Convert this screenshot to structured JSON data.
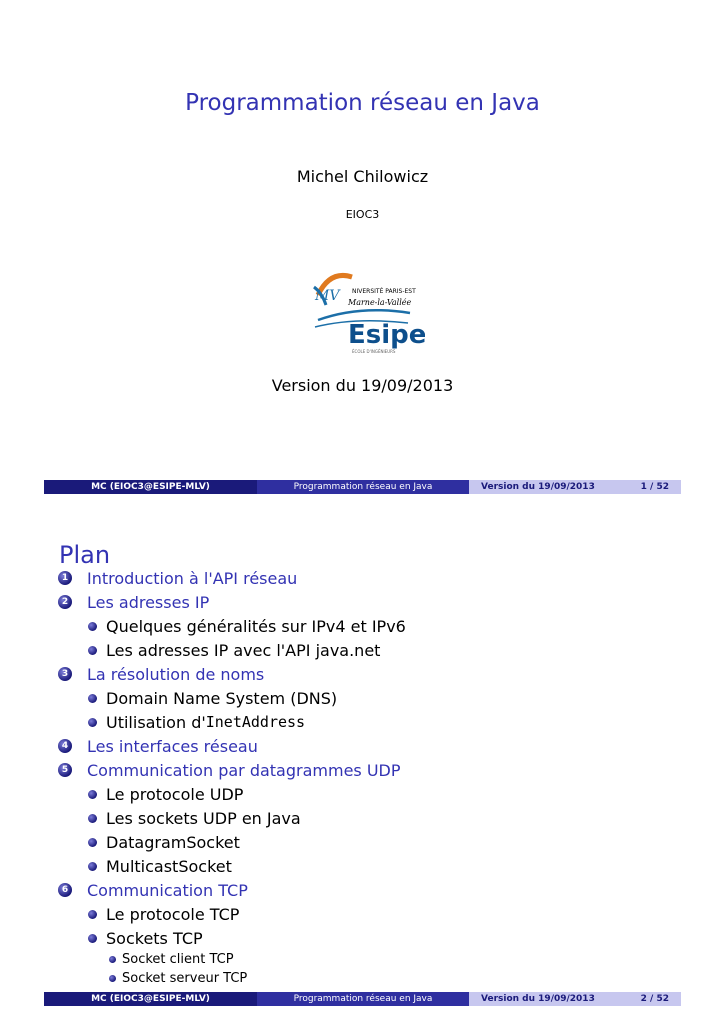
{
  "slide1": {
    "title": "Programmation réseau en Java",
    "author": "Michel Chilowicz",
    "institute": "EIOC3",
    "logo": {
      "text_top": "NIVERSITÉ PARIS-EST",
      "text_middle": "Marne-la-Vallée",
      "text_brand": "Esipe",
      "text_bottom": "ÉCOLE D'INGÉNIEURS"
    },
    "date": "Version du 19/09/2013"
  },
  "slide2": {
    "frame_title": "Plan",
    "sections": [
      {
        "num": "1",
        "label": "Introduction à l'API réseau",
        "subs": []
      },
      {
        "num": "2",
        "label": "Les adresses IP",
        "subs": [
          {
            "label": "Quelques généralités sur IPv4 et IPv6"
          },
          {
            "label": "Les adresses IP avec l'API java.net"
          }
        ]
      },
      {
        "num": "3",
        "label": "La résolution de noms",
        "subs": [
          {
            "label": "Domain Name System (DNS)"
          },
          {
            "label_pre": "Utilisation d'",
            "label_code": "InetAddress"
          }
        ]
      },
      {
        "num": "4",
        "label": "Les interfaces réseau",
        "subs": []
      },
      {
        "num": "5",
        "label": "Communication par datagrammes UDP",
        "subs": [
          {
            "label": "Le protocole UDP"
          },
          {
            "label": "Les sockets UDP en Java"
          },
          {
            "label": "DatagramSocket"
          },
          {
            "label": "MulticastSocket"
          }
        ]
      },
      {
        "num": "6",
        "label": "Communication TCP",
        "subs": [
          {
            "label": "Le protocole TCP"
          },
          {
            "label": "Sockets TCP"
          }
        ]
      }
    ],
    "subsubs": [
      "Socket client TCP",
      "Socket serveur TCP"
    ]
  },
  "footer": {
    "author": "MC  (EIOC3@ESIPE-MLV)",
    "title": "Programmation réseau en Java",
    "date": "Version du 19/09/2013",
    "page1": "1 / 52",
    "page2": "2 / 52"
  },
  "colors": {
    "accent": "#3333b3",
    "footer_dark": "#1a1a7a",
    "footer_mid": "#2f2fa0",
    "footer_light": "#c7c7ef"
  }
}
